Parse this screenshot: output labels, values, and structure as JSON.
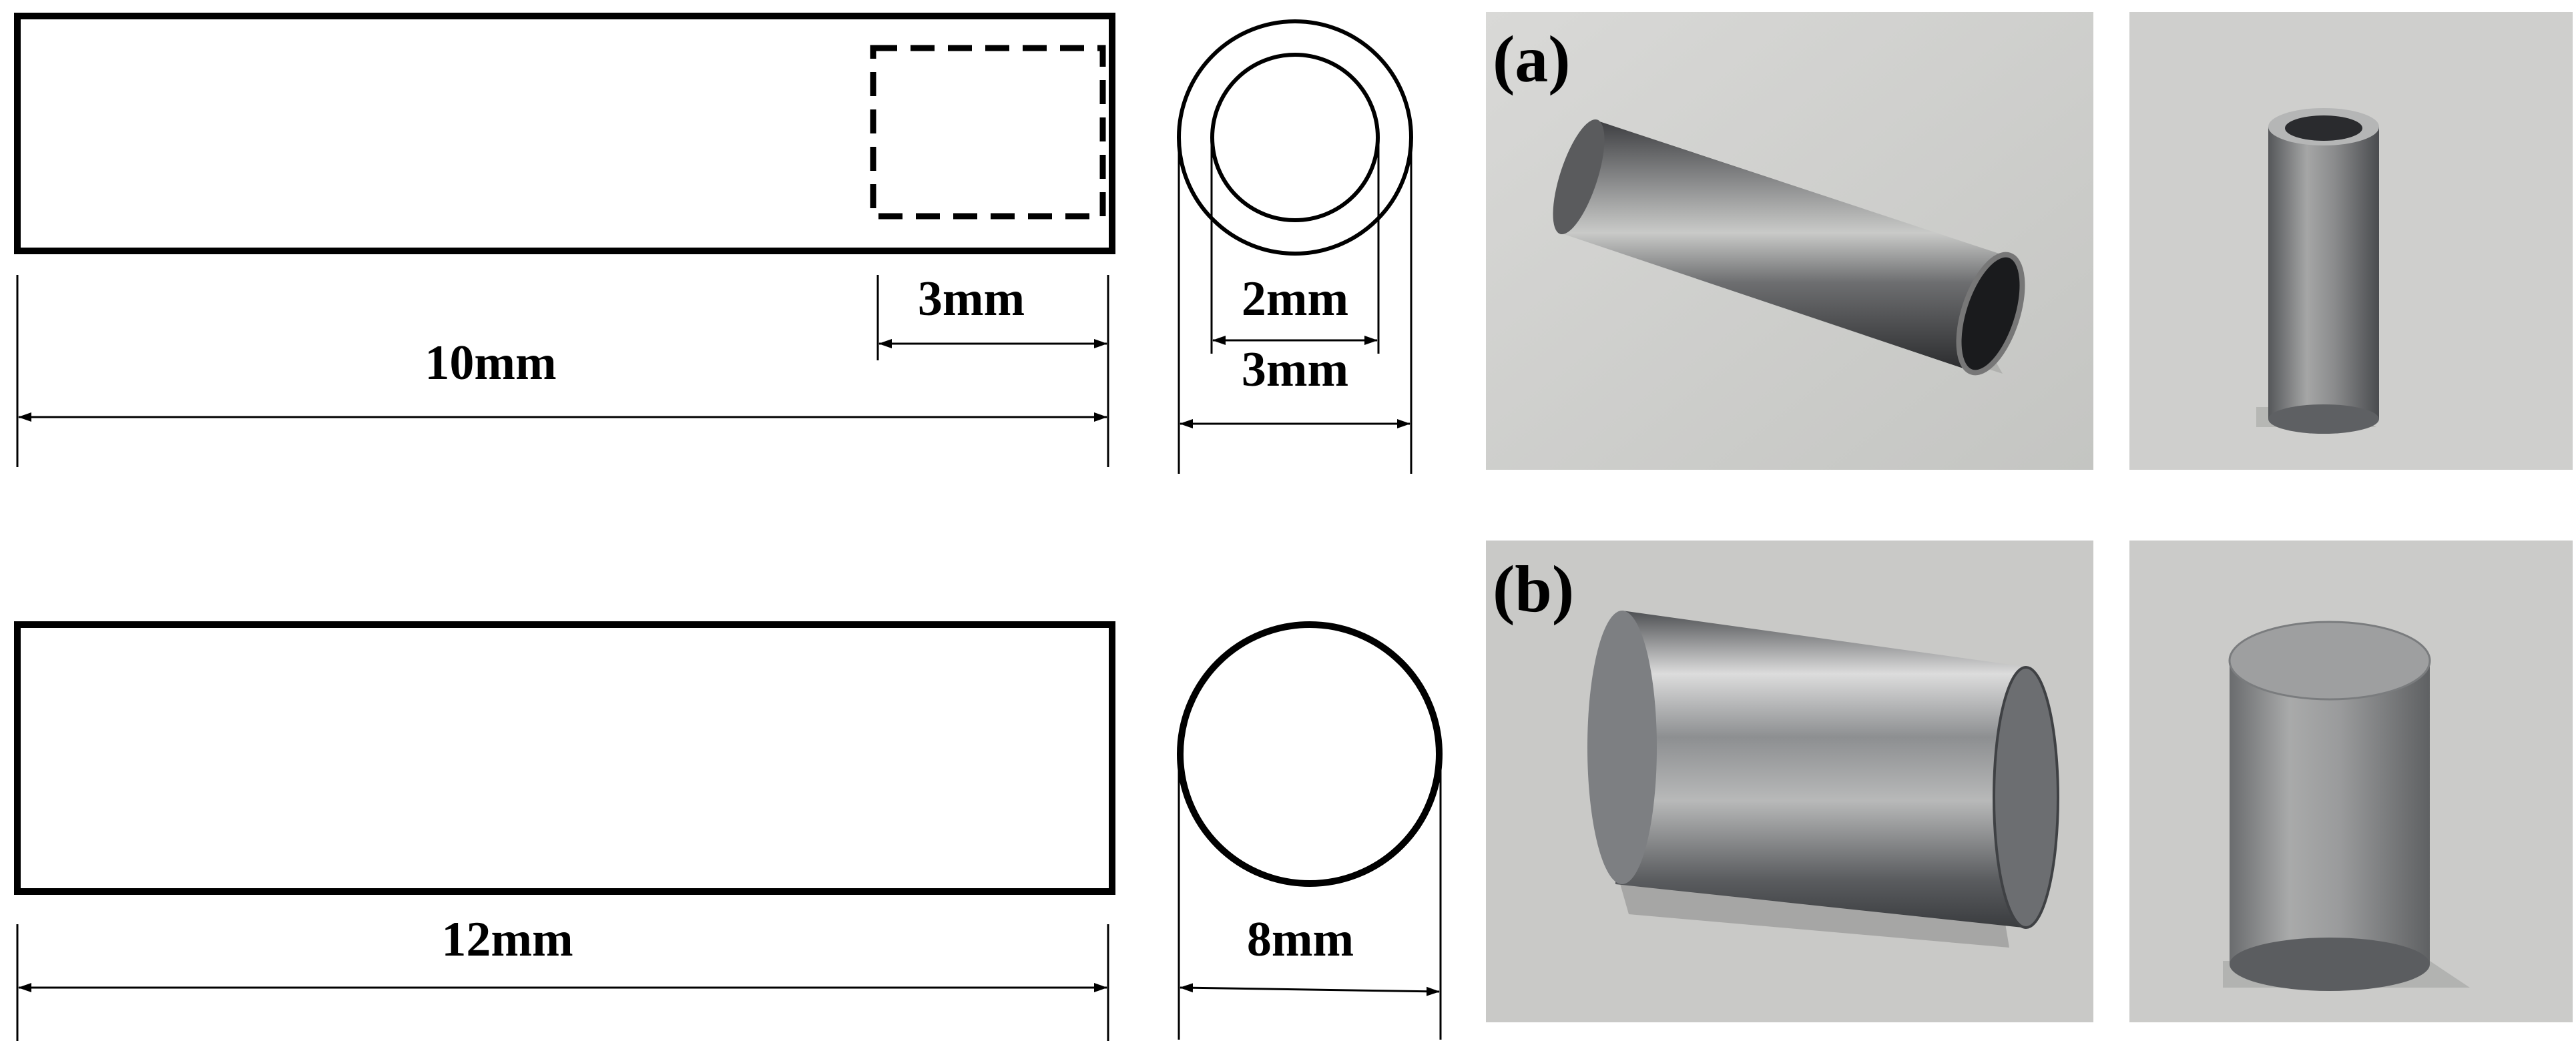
{
  "panels": {
    "a": {
      "label": "(a)",
      "tube_length": "10mm",
      "insert_depth": "3mm",
      "inner_diameter": "2mm",
      "outer_diameter": "3mm"
    },
    "b": {
      "label": "(b)",
      "rod_length": "12mm",
      "diameter": "8mm"
    }
  }
}
